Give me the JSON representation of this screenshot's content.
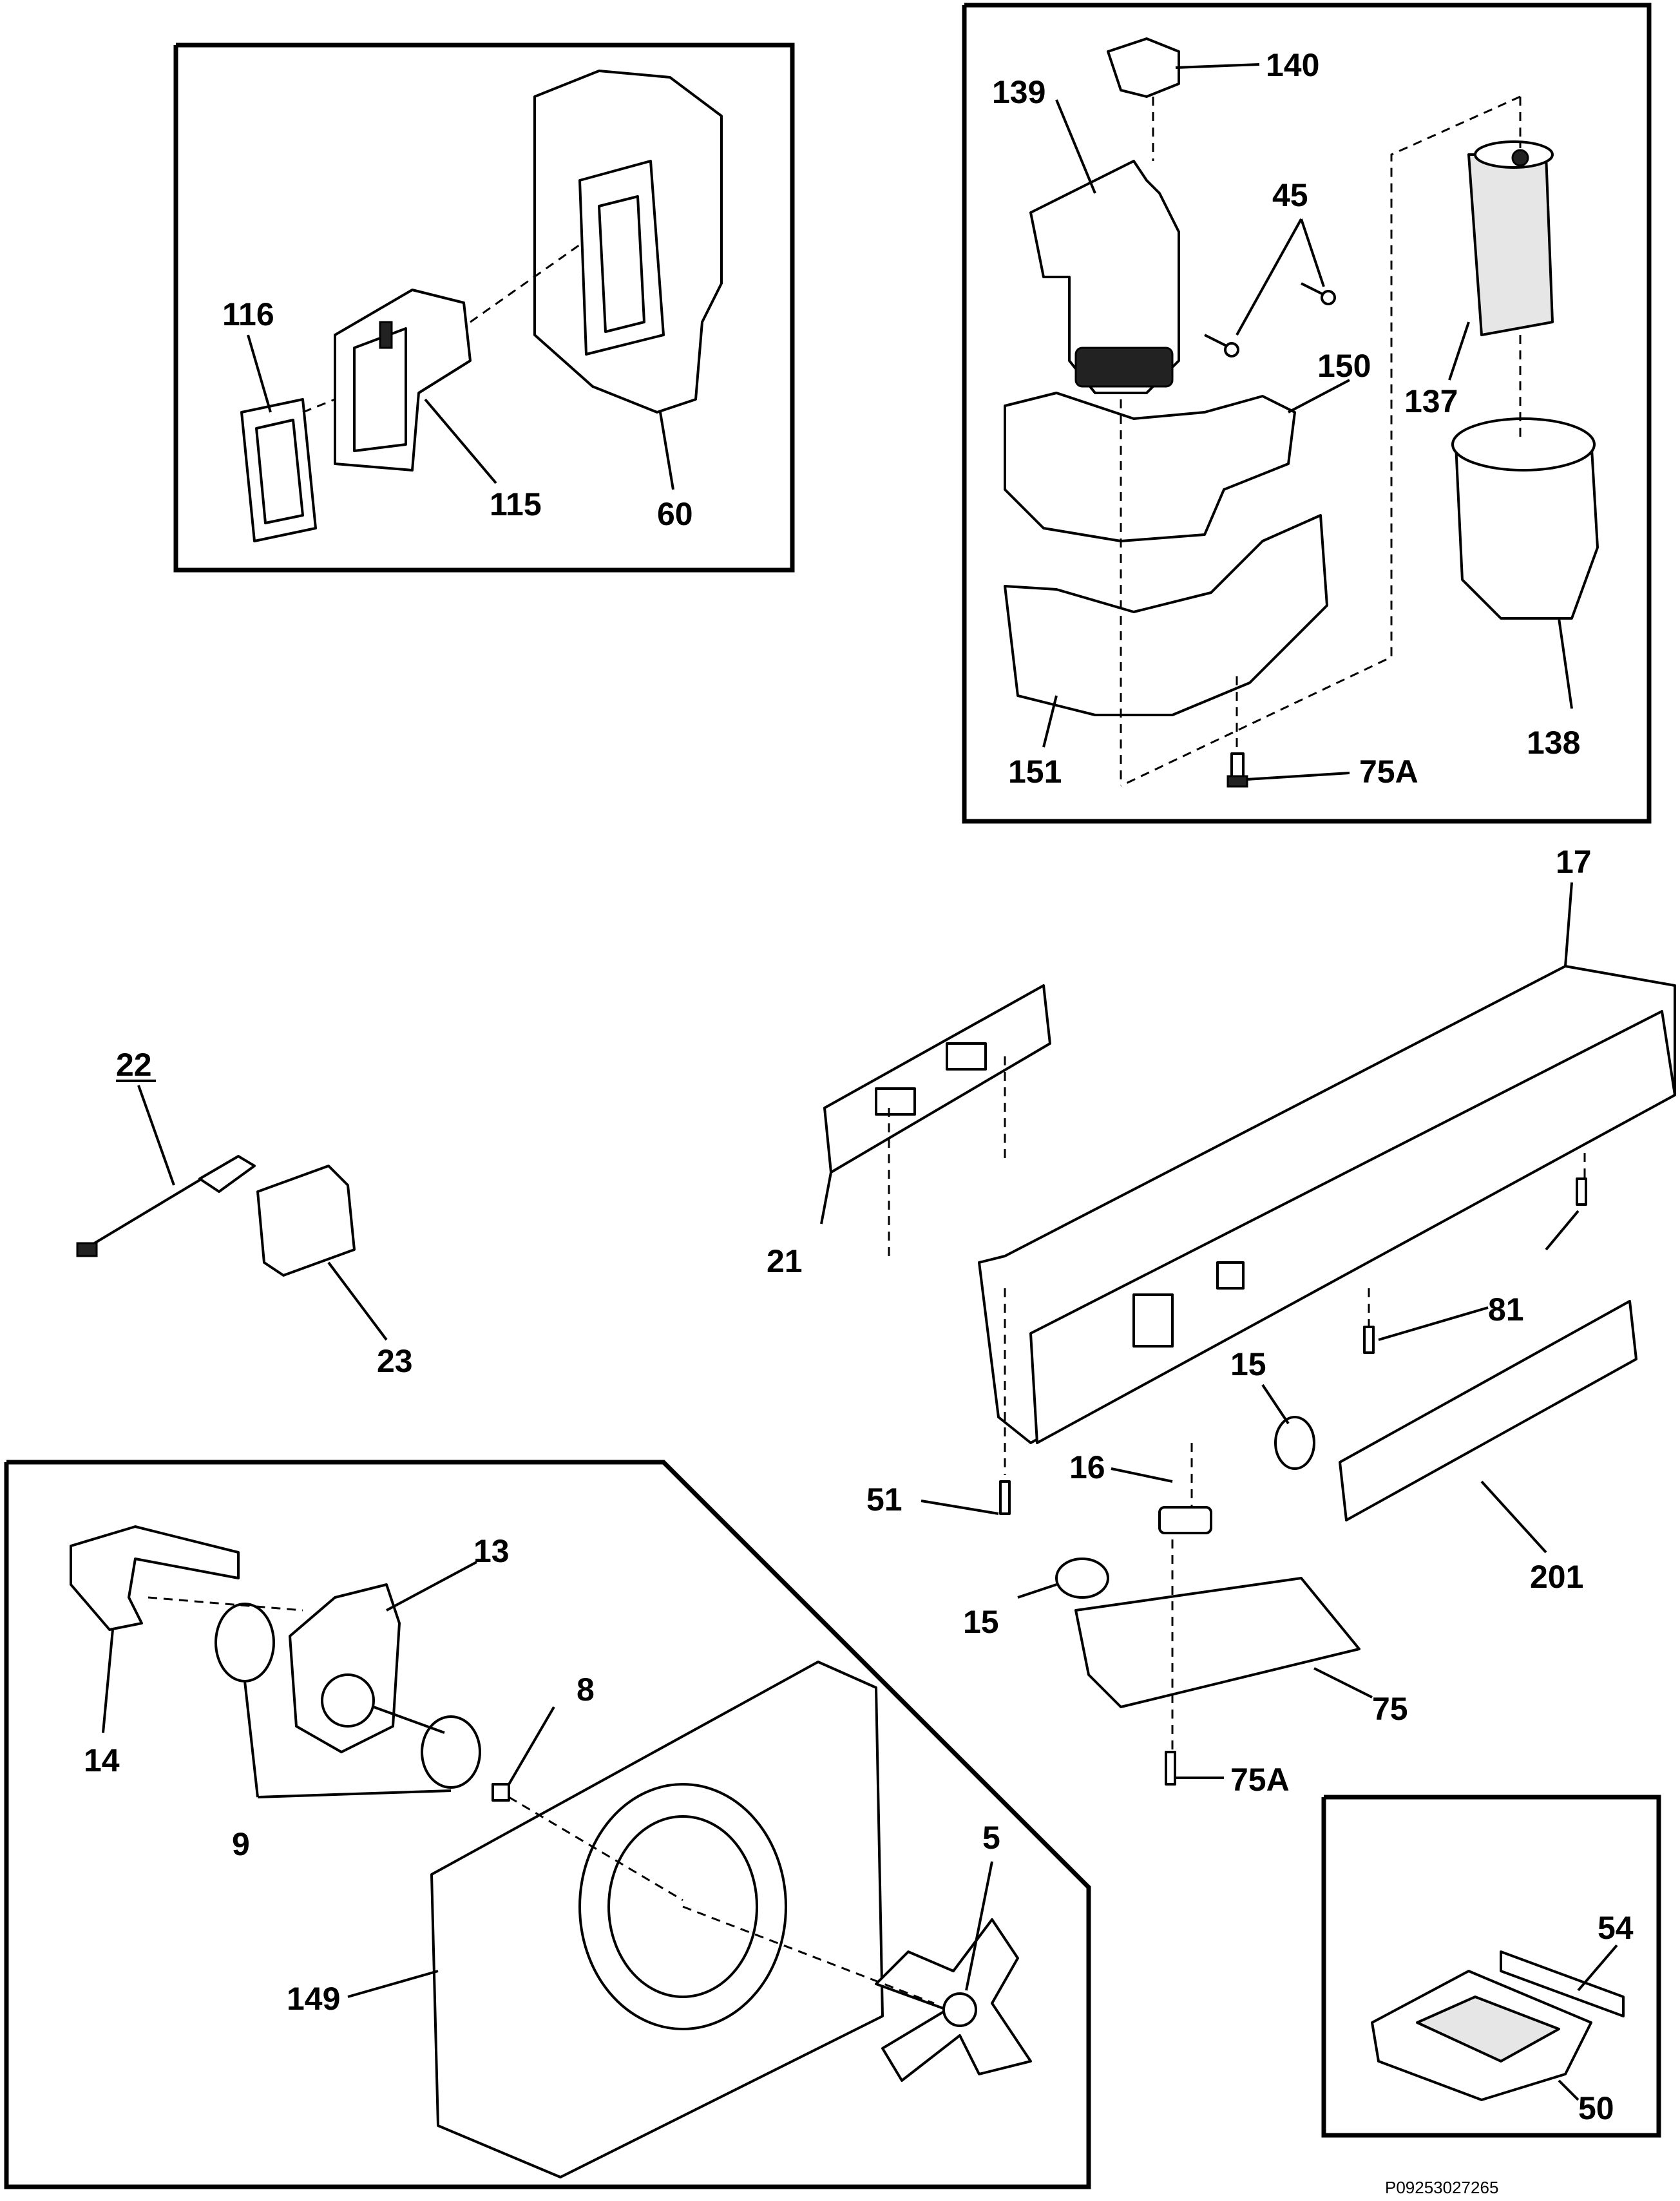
{
  "diagram": {
    "reference_code": "P09253027265",
    "callouts": {
      "c116": "116",
      "c115": "115",
      "c60": "60",
      "c140": "140",
      "c139": "139",
      "c45": "45",
      "c150": "150",
      "c137": "137",
      "c138": "138",
      "c151": "151",
      "c75a_top": "75A",
      "c17": "17",
      "c22": "22",
      "c21": "21",
      "c23": "23",
      "c81": "81",
      "c15_upper": "15",
      "c16": "16",
      "c51": "51",
      "c15_lower": "15",
      "c201": "201",
      "c75": "75",
      "c75a_bottom": "75A",
      "c13": "13",
      "c14": "14",
      "c8": "8",
      "c9": "9",
      "c5": "5",
      "c149": "149",
      "c54": "54",
      "c50": "50"
    }
  }
}
